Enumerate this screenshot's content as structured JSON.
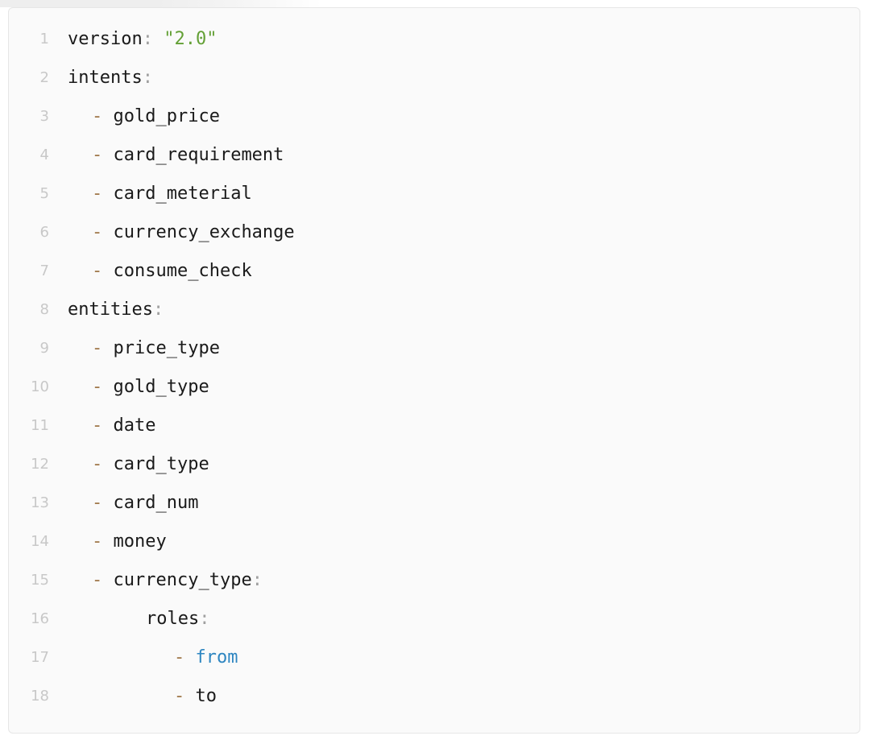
{
  "code_block": {
    "language": "yaml",
    "background_color": "#fafafa",
    "border_color": "#e6e6e6",
    "colors": {
      "line_number": "#c8c8c8",
      "key": "#1a1a1a",
      "colon": "#a0a0a0",
      "dash": "#a0784a",
      "string": "#63a035",
      "keyword": "#2e86c1",
      "plain": "#1a1a1a"
    },
    "lines": [
      {
        "number": "1",
        "indent": 0,
        "dash": false,
        "tokens": [
          {
            "type": "key",
            "text": "version"
          },
          {
            "type": "colon",
            "text": ":"
          },
          {
            "type": "space",
            "text": " "
          },
          {
            "type": "string",
            "text": "\"2.0\""
          }
        ]
      },
      {
        "number": "2",
        "indent": 0,
        "dash": false,
        "tokens": [
          {
            "type": "key",
            "text": "intents"
          },
          {
            "type": "colon",
            "text": ":"
          }
        ]
      },
      {
        "number": "3",
        "indent": 1,
        "dash": true,
        "tokens": [
          {
            "type": "plain",
            "text": "gold_price"
          }
        ]
      },
      {
        "number": "4",
        "indent": 1,
        "dash": true,
        "tokens": [
          {
            "type": "plain",
            "text": "card_requirement"
          }
        ]
      },
      {
        "number": "5",
        "indent": 1,
        "dash": true,
        "tokens": [
          {
            "type": "plain",
            "text": "card_meterial"
          }
        ]
      },
      {
        "number": "6",
        "indent": 1,
        "dash": true,
        "tokens": [
          {
            "type": "plain",
            "text": "currency_exchange"
          }
        ]
      },
      {
        "number": "7",
        "indent": 1,
        "dash": true,
        "tokens": [
          {
            "type": "plain",
            "text": "consume_check"
          }
        ]
      },
      {
        "number": "8",
        "indent": 0,
        "dash": false,
        "tokens": [
          {
            "type": "key",
            "text": "entities"
          },
          {
            "type": "colon",
            "text": ":"
          }
        ]
      },
      {
        "number": "9",
        "indent": 1,
        "dash": true,
        "tokens": [
          {
            "type": "plain",
            "text": "price_type"
          }
        ]
      },
      {
        "number": "10",
        "indent": 1,
        "dash": true,
        "tokens": [
          {
            "type": "plain",
            "text": "gold_type"
          }
        ]
      },
      {
        "number": "11",
        "indent": 1,
        "dash": true,
        "tokens": [
          {
            "type": "plain",
            "text": "date"
          }
        ]
      },
      {
        "number": "12",
        "indent": 1,
        "dash": true,
        "tokens": [
          {
            "type": "plain",
            "text": "card_type"
          }
        ]
      },
      {
        "number": "13",
        "indent": 1,
        "dash": true,
        "tokens": [
          {
            "type": "plain",
            "text": "card_num"
          }
        ]
      },
      {
        "number": "14",
        "indent": 1,
        "dash": true,
        "tokens": [
          {
            "type": "plain",
            "text": "money"
          }
        ]
      },
      {
        "number": "15",
        "indent": 1,
        "dash": true,
        "tokens": [
          {
            "type": "key",
            "text": "currency_type"
          },
          {
            "type": "colon",
            "text": ":"
          }
        ]
      },
      {
        "number": "16",
        "indent": 2,
        "dash": false,
        "tokens": [
          {
            "type": "key",
            "text": "roles"
          },
          {
            "type": "colon",
            "text": ":"
          }
        ]
      },
      {
        "number": "17",
        "indent": 3,
        "dash": true,
        "tokens": [
          {
            "type": "keyword",
            "text": "from"
          }
        ]
      },
      {
        "number": "18",
        "indent": 3,
        "dash": true,
        "tokens": [
          {
            "type": "plain",
            "text": "to"
          }
        ]
      }
    ]
  }
}
